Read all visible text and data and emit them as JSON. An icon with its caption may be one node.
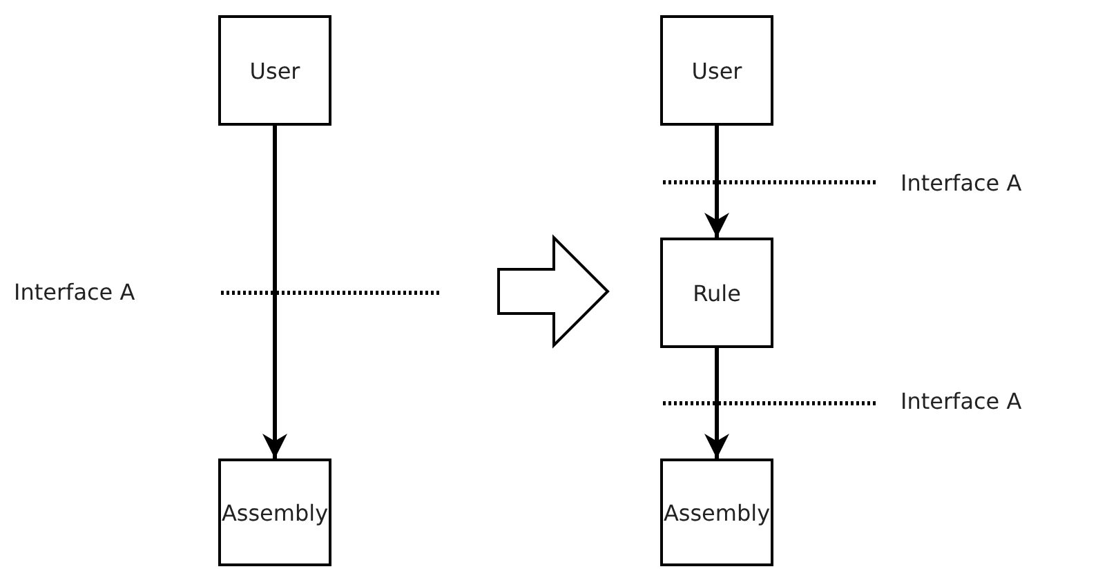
{
  "diagram": {
    "nodes": [
      {
        "text": [
          "User"
        ]
      },
      {
        "text": [
          "Assembly"
        ]
      },
      {
        "text": [
          "User"
        ]
      },
      {
        "text": [
          "Rule"
        ]
      },
      {
        "text": [
          "Assembly"
        ]
      }
    ],
    "edges": [
      {
        "from": 0,
        "to": 1,
        "arrow": "to"
      },
      {
        "from": 2,
        "to": 3,
        "arrow": "to"
      },
      {
        "from": 3,
        "to": 4,
        "arrow": "to"
      }
    ],
    "labels": [
      "Interface A",
      "Interface A",
      "Interface A"
    ]
  }
}
